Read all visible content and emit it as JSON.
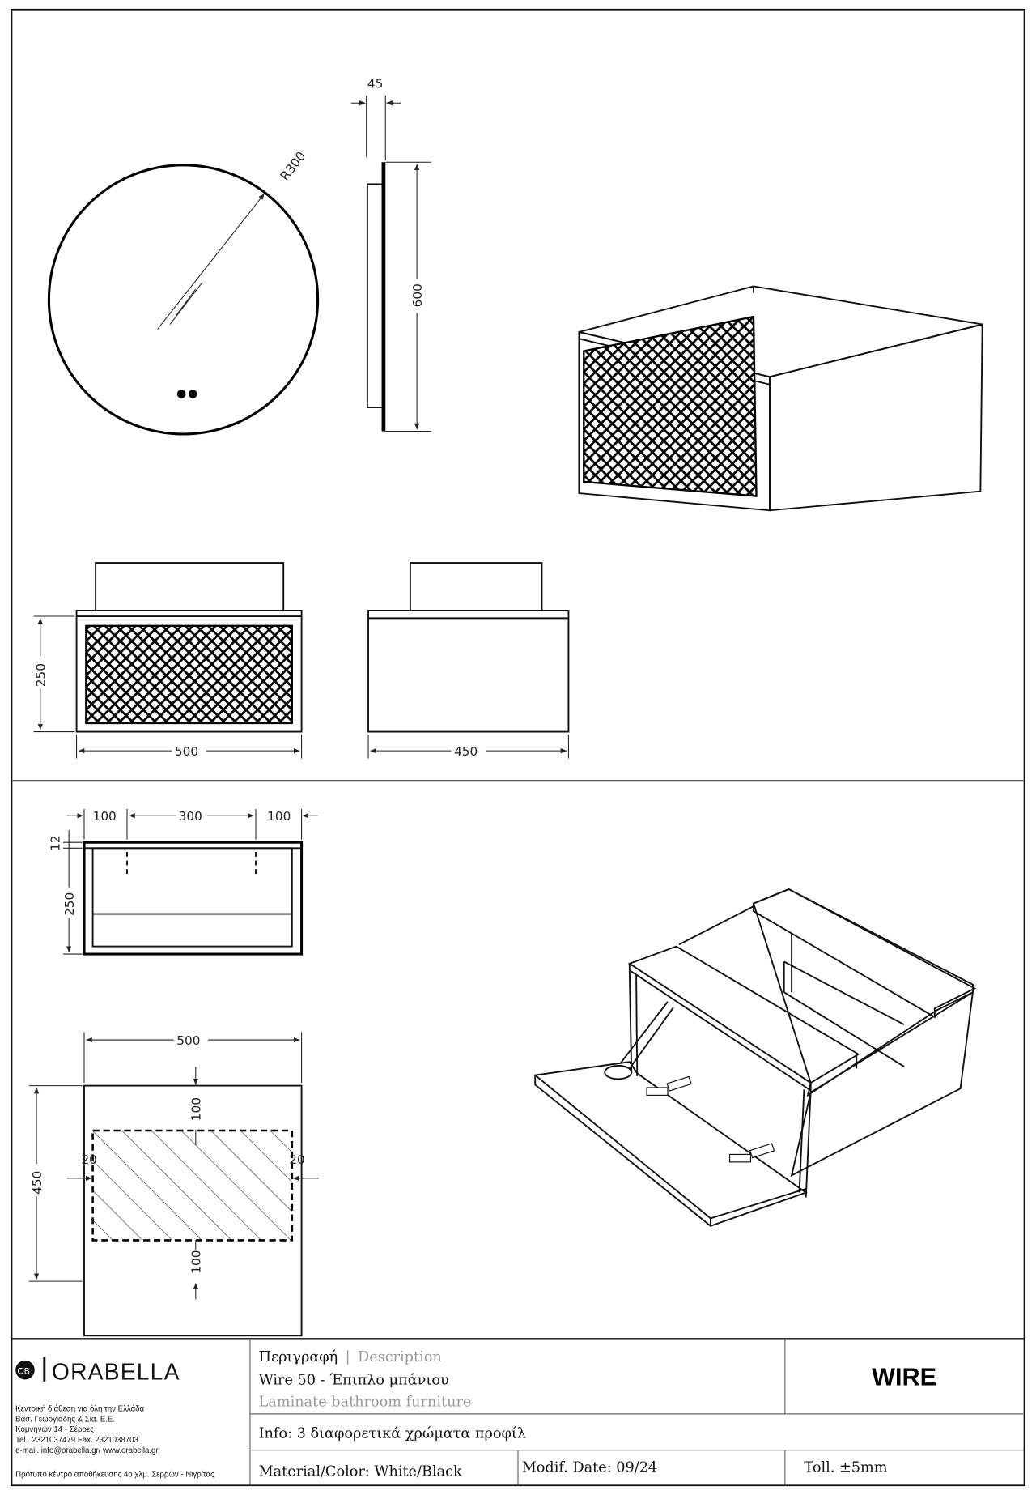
{
  "mirror": {
    "radius_label": "R300",
    "depth_label": "45",
    "height_label": "600"
  },
  "front_view": {
    "height_label": "250",
    "width_label": "500"
  },
  "side_view": {
    "depth_label": "450"
  },
  "section_view": {
    "left_label": "100",
    "middle_label": "300",
    "right_label": "100",
    "top_thickness_label": "12",
    "height_label": "250"
  },
  "plan_view": {
    "width_label": "500",
    "depth_label": "450",
    "top_margin_label": "100",
    "bottom_margin_label": "100",
    "left_margin_label": "20",
    "right_margin_label": "20"
  },
  "footer": {
    "logo_text": "ORABELLA",
    "logo_monogram": "OB",
    "address_lines": [
      "Κεντρική διάθεση για όλη την Ελλάδα",
      "Βασ. Γεωργιάδης & Σια. Ε.Ε.",
      "Κομνηνών 14 - Σέρρες",
      "Tel.. 2321037479 Fax. 2321038703",
      "e-mail. info@orabella.gr/ www.orabella.gr"
    ],
    "storage_center": "Πρότυπο κέντρο αποθήκευσης 4ο χλμ. Σερρών - Νιγρίτας",
    "description_label_gr": "Περιγραφή",
    "description_separator": "|",
    "description_label_en": "Description",
    "product_line_gr": "Wire 50 - Έπιπλο μπάνιου",
    "product_line_en": "Laminate bathroom furniture",
    "product_name": "WIRE",
    "info": "Info: 3 διαφορετικά χρώματα προφίλ",
    "material": "Material/Color: White/Black",
    "modif_date": "Modif. Date: 09/24",
    "tolerance": "Toll. ±5mm"
  }
}
